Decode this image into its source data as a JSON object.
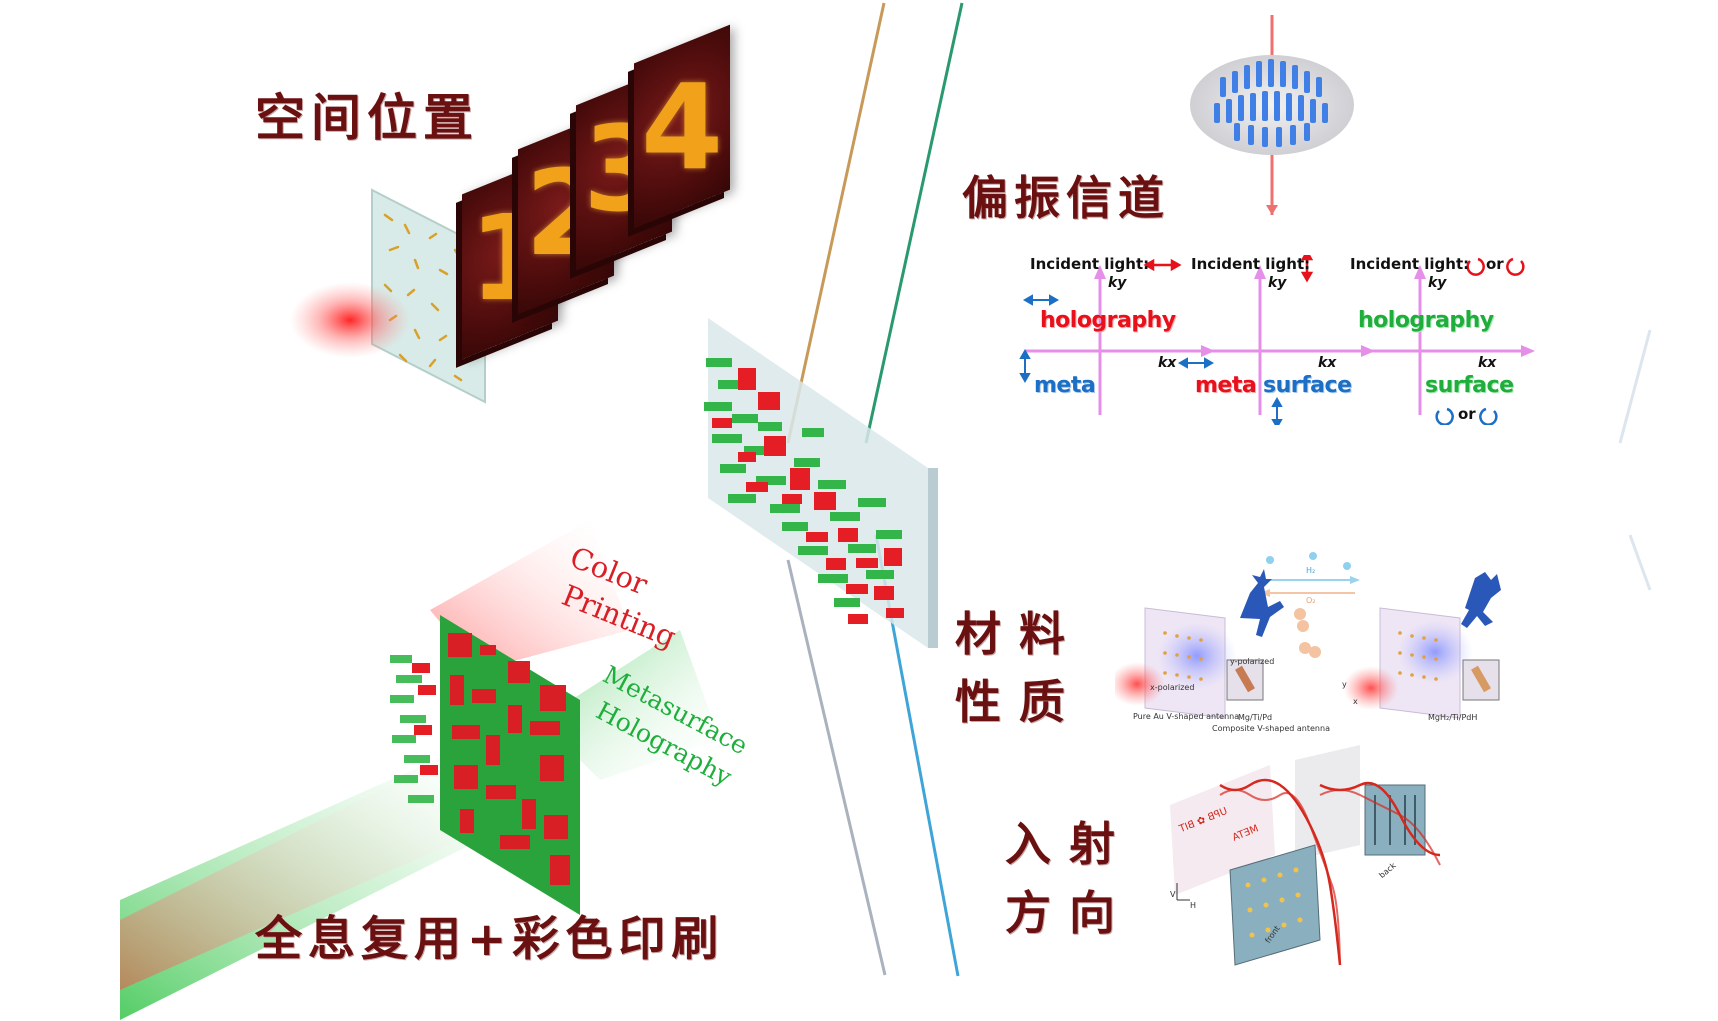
{
  "panels": {
    "top_left": {
      "title": "空间位置",
      "numbers": [
        "1",
        "2",
        "3",
        "4"
      ]
    },
    "top_right": {
      "title": "偏振信道",
      "incident_labels": [
        "Incident light:",
        "Incident light:",
        "Incident light:"
      ],
      "or_text": "or",
      "axis": {
        "kx": "kx",
        "ky": "ky"
      },
      "words": {
        "holography": "holography",
        "meta": "meta",
        "surface": "surface"
      }
    },
    "bottom_left": {
      "title": "全息复用+彩色印刷",
      "color_printing": [
        "Color",
        "Printing"
      ],
      "metasurface_holography": [
        "Metasurface",
        "Holography"
      ]
    },
    "bottom_right": {
      "material_title": [
        "材料",
        "性质"
      ],
      "incidence_title": [
        "入射",
        "方向"
      ],
      "material_labels": {
        "h2": "H₂",
        "o2": "O₂",
        "y_polarized": "y-polarized",
        "x_polarized": "x-polarized",
        "pure_au": "Pure Au V-shaped antenna",
        "mg_ti_pd": "Mg/Ti/Pd",
        "composite": "Composite V-shaped antenna",
        "mgh2": "MgH₂/Ti/PdH",
        "axis_y": "y",
        "axis_x": "x"
      },
      "incidence_labels": {
        "front": "front",
        "back": "back",
        "axis_v": "V",
        "axis_h": "H",
        "mirror_text": "UPB ✿ BIT",
        "mirror_text2": "META"
      }
    }
  },
  "colors": {
    "title": "#6b1010",
    "red": "#e8101a",
    "green": "#1fae3c",
    "blue": "#1c6fc4",
    "frame_gold": "#c89a5a",
    "frame_teal": "#2a9a6e",
    "frame_sky": "#3fa5d8",
    "frame_gray": "#b8c0cc"
  }
}
